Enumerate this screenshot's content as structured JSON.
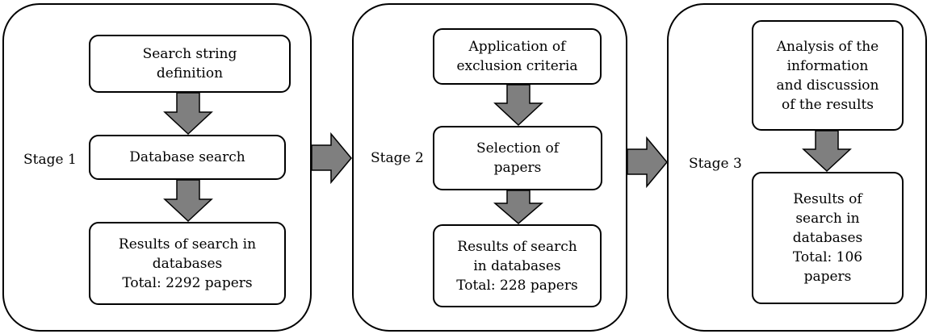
{
  "colors": {
    "arrow_fill": "#7f7f7f",
    "border": "#000000",
    "background": "#ffffff"
  },
  "stages": [
    {
      "label": "Stage 1",
      "steps": [
        "Search string\ndefinition",
        "Database search",
        "Results of search in\ndatabases\nTotal: 2292 papers"
      ]
    },
    {
      "label": "Stage 2",
      "steps": [
        "Application of\nexclusion criteria",
        "Selection of\npapers",
        "Results of search\nin databases\nTotal: 228 papers"
      ]
    },
    {
      "label": "Stage 3",
      "steps": [
        "Analysis of the\ninformation\nand discussion\nof the results",
        "Results of\nsearch in\ndatabases\nTotal: 106\npapers"
      ]
    }
  ]
}
